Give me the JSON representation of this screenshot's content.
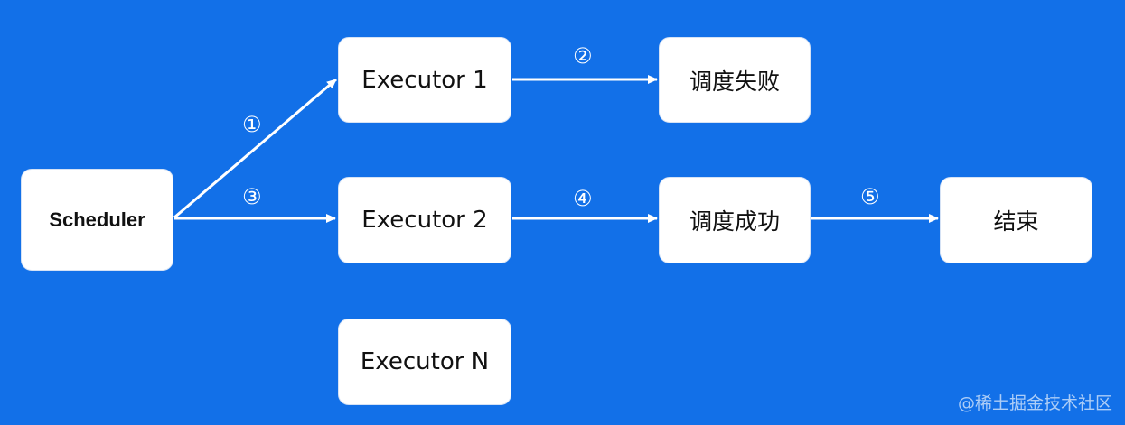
{
  "colors": {
    "background": "#1270e8",
    "node_fill": "#ffffff",
    "node_text": "#111111",
    "arrow": "#ffffff"
  },
  "nodes": {
    "scheduler": "Scheduler",
    "executor_1": "Executor 1",
    "executor_2": "Executor 2",
    "executor_n": "Executor N",
    "fail": "调度失败",
    "success": "调度成功",
    "end": "结束"
  },
  "steps": {
    "s1": "①",
    "s2": "②",
    "s3": "③",
    "s4": "④",
    "s5": "⑤"
  },
  "edges": [
    {
      "from": "scheduler",
      "to": "executor_1",
      "label": "①"
    },
    {
      "from": "executor_1",
      "to": "fail",
      "label": "②"
    },
    {
      "from": "scheduler",
      "to": "executor_2",
      "label": "③"
    },
    {
      "from": "executor_2",
      "to": "success",
      "label": "④"
    },
    {
      "from": "success",
      "to": "end",
      "label": "⑤"
    }
  ],
  "watermark": "@稀土掘金技术社区"
}
